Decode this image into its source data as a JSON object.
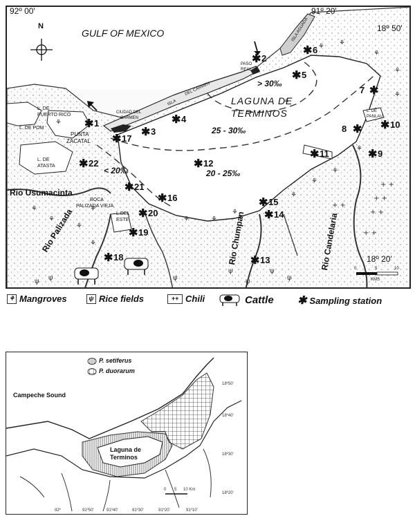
{
  "top_map": {
    "coord_92_00": "92º 00'",
    "coord_91_20": "91º 20'",
    "coord_18_50": "18º 50'",
    "coord_18_20": "18º 20'",
    "compass_letter": "N",
    "gulf_label": "GULF OF MEXICO",
    "laguna_label_1": "LAGUNA DE",
    "laguna_label_2": "TERMINOS",
    "salinity_high": "> 30‰",
    "salinity_mid": "25 - 30‰",
    "salinity_low": "20 - 25‰",
    "salinity_min": "< 20‰",
    "place_puerto_rico_1": "L. DE",
    "place_puerto_rico_2": "PUERTO RICO",
    "place_pom": "L. DE POM",
    "place_atasta_1": "L. DE",
    "place_atasta_2": "ATASTA",
    "place_punta_1": "PUNTA",
    "place_punta_2": "ZACATAL",
    "place_ciudad_1": "CIUDAD DEL",
    "place_ciudad_2": "CARMEN",
    "place_isla_1": "ISLA",
    "place_isla_2": "DEL CARMEN",
    "place_paso_1": "PASO",
    "place_paso_2": "REAL",
    "place_isla_aguada": "ISLA AGUADA",
    "place_panlau_1": "L. DE",
    "place_panlau_2": "PANLAU",
    "place_boca_1": "BOCA",
    "place_boca_2": "PALIZADA VIEJA",
    "place_este_1": "L.DEL",
    "place_este_2": "ESTE",
    "river_usumacinta": "Rio Usumacinta",
    "river_palizada": "Rio Palizada",
    "river_chumpan": "Rio Chumpan",
    "river_candelaria": "Rio Candelaria",
    "scale_0": "0",
    "scale_5": "5",
    "scale_10": "10",
    "scale_unit": "KMS",
    "stations": [
      "1",
      "2",
      "3",
      "4",
      "5",
      "6",
      "7",
      "8",
      "9",
      "10",
      "11",
      "12",
      "13",
      "14",
      "15",
      "16",
      "17",
      "18",
      "19",
      "20",
      "21",
      "22"
    ]
  },
  "legend": {
    "mangroves": "Mangroves",
    "rice": "Rice fields",
    "chili": "Chili",
    "cattle": "Cattle",
    "sampling": "Sampling station"
  },
  "bottom_map": {
    "legend_setiferus": "P. setiferus",
    "legend_duorarum": "P. duorarum",
    "campeche": "Campeche Sound",
    "laguna_1": "Laguna de",
    "laguna_2": "Terminos",
    "lat_50": "18º50'",
    "lat_40": "18º40'",
    "lat_30": "18º30'",
    "lat_20": "18º20'",
    "lon_92": "92º",
    "lon_9150": "91º50'",
    "lon_9140": "91º40'",
    "lon_9130": "91º30'",
    "lon_9120": "91º20'",
    "lon_9110": "91º10'",
    "scale_0": "0",
    "scale_5": "5",
    "scale_10": "10 Km"
  }
}
